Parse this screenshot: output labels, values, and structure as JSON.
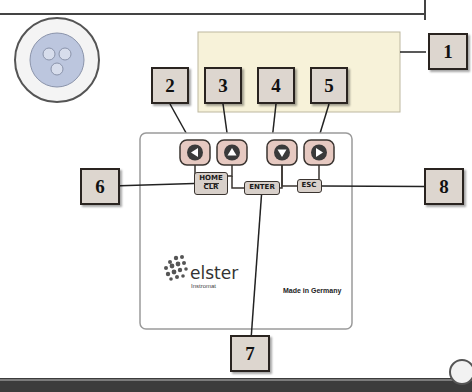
{
  "diagram": {
    "nodes": [
      {
        "text": [
          "1"
        ]
      },
      {
        "text": [
          "2"
        ]
      },
      {
        "text": [
          "3"
        ]
      },
      {
        "text": [
          "4"
        ]
      },
      {
        "text": [
          "5"
        ]
      },
      {
        "text": [
          "6"
        ]
      },
      {
        "text": [
          "HOME",
          "CLR"
        ]
      },
      {
        "text": [
          "ENTER"
        ]
      },
      {
        "text": [
          "ESC"
        ]
      },
      {
        "text": [
          "8"
        ]
      },
      {
        "text": [
          "7"
        ]
      }
    ],
    "edges": [
      {
        "from": 5,
        "to": 6,
        "arrow": "none"
      },
      {
        "from": 10,
        "to": 7,
        "arrow": "none"
      },
      {
        "from": 9,
        "to": 8,
        "arrow": "none"
      }
    ],
    "labels": [
      "elster",
      "Instromat",
      "Made in Germany"
    ]
  }
}
